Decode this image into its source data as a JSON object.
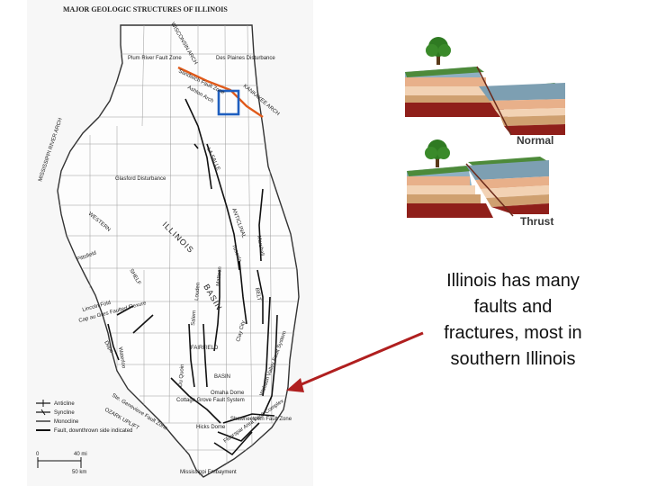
{
  "map": {
    "title": "MAJOR GEOLOGIC STRUCTURES OF ILLINOIS",
    "labels": {
      "wisconsin_arch": "WISCONSIN ARCH",
      "plum_river": "Plum River Fault Zone",
      "des_plaines": "Des Plaines Disturbance",
      "sandwich": "Sandwich Fault Zone",
      "ashton": "Ashton Arch",
      "kankakee": "KANKAKEE ARCH",
      "mississippi_arch": "MISSISSIPPI RIVER ARCH",
      "la_salle": "LA SALLE",
      "glasford": "Glasford Disturbance",
      "western": "WESTERN",
      "illinois": "ILLINOIS",
      "anticlinal": "ANTICLINAL",
      "basin": "BASIN",
      "shelf": "SHELF",
      "belt": "BELT",
      "fairfield": "FAIRFIELD",
      "basin2": "BASIN",
      "ozark_uplift": "OZARK UPLIFT",
      "ste_genevieve": "Ste. Genevieve Fault Zone",
      "cottage_grove": "Cottage Grove Fault System",
      "hicks_dome": "Hicks Dome",
      "omaha_dome": "Omaha Dome",
      "mississippi_embayment": "Mississippi Embayment",
      "wabash_valley": "Wabash Valley Fault System",
      "shawneetown": "Shawneetown Fault Zone",
      "fluorspar": "Fluorspar Area Fault Complex",
      "pittsfield": "Pittsfield",
      "lincoln_fold": "Lincoln Fold",
      "cap_au_gres": "Cap au Gres Faulted Flexure",
      "dupo": "Dupo",
      "waterloo": "Waterloo",
      "salem": "Salem",
      "louden": "Louden",
      "mattoon": "Mattoon",
      "clay_city": "Clay City",
      "du_quoin": "Du Quoin",
      "tuscola": "Tuscola",
      "marshall": "Marshall"
    },
    "legend": {
      "items": [
        "Anticline",
        "Syncline",
        "Monocline",
        "Fault, downthrown side indicated"
      ],
      "scale_mi": "40 mi",
      "scale_km": "50 km",
      "zero": "0"
    }
  },
  "diagrams": {
    "normal_label": "Normal",
    "thrust_label": "Thrust"
  },
  "caption": {
    "lines": [
      "Illinois has many",
      "faults and",
      "fractures, most in",
      "southern Illinois"
    ]
  },
  "colors": {
    "highlight_box": "#1f5fbf",
    "fault_line": "#e05a1a",
    "arrow": "#b01f1f",
    "tree_green": "#2f7a22",
    "layer_red": "#8f1f1a",
    "layer_peach": "#e8b08a",
    "layer_beige": "#f2d2b4",
    "layer_tan": "#cfa070"
  }
}
